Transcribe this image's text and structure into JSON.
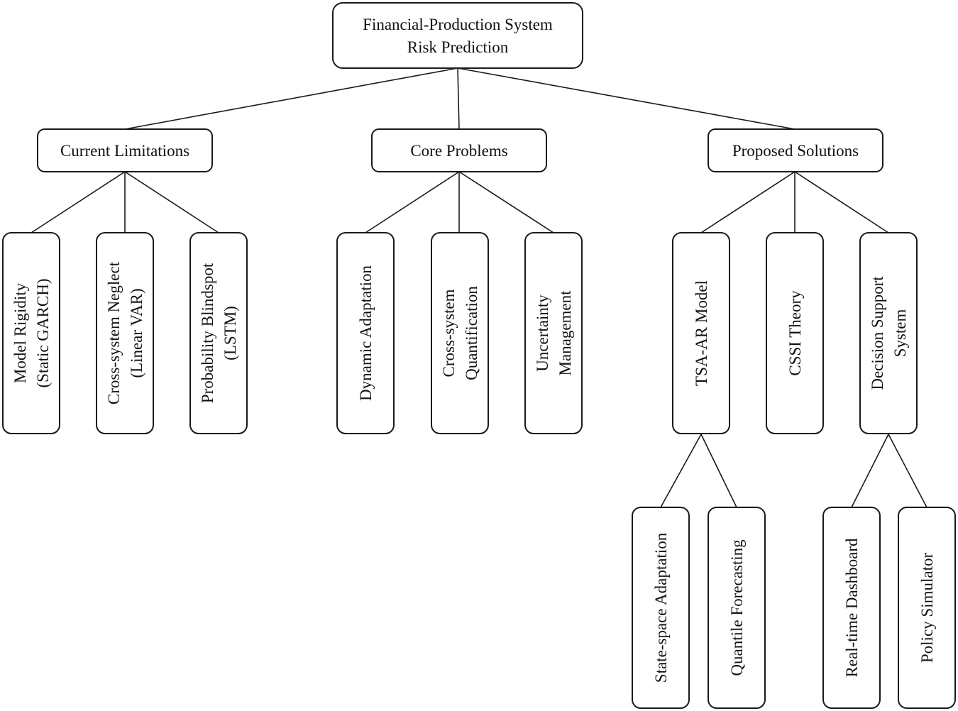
{
  "root": {
    "line1": "Financial-Production System",
    "line2": "Risk Prediction"
  },
  "categories": {
    "limitations": "Current Limitations",
    "problems": "Core Problems",
    "solutions": "Proposed Solutions"
  },
  "limitations": {
    "model_rigidity": {
      "line1": "Model Rigidity",
      "line2": "(Static GARCH)"
    },
    "cross_system_neglect": {
      "line1": "Cross-system Neglect",
      "line2": "(Linear VAR)"
    },
    "probability_blindspot": {
      "line1": "Probability Blindspot",
      "line2": "(LSTM)"
    }
  },
  "problems": {
    "dynamic_adaptation": {
      "line1": "Dynamic Adaptation"
    },
    "cross_system_quantification": {
      "line1": "Cross-system",
      "line2": "Quantification"
    },
    "uncertainty_management": {
      "line1": "Uncertainty",
      "line2": "Management"
    }
  },
  "solutions": {
    "tsa_ar_model": {
      "line1": "TSA-AR Model"
    },
    "cssi_theory": {
      "line1": "CSSI Theory"
    },
    "decision_support_system": {
      "line1": "Decision Support",
      "line2": "System"
    }
  },
  "tsa_ar_children": {
    "state_space_adaptation": {
      "line1": "State-space Adaptation"
    },
    "quantile_forecasting": {
      "line1": "Quantile Forecasting"
    }
  },
  "dss_children": {
    "real_time_dashboard": {
      "line1": "Real-time Dashboard"
    },
    "policy_simulator": {
      "line1": "Policy Simulator"
    }
  }
}
